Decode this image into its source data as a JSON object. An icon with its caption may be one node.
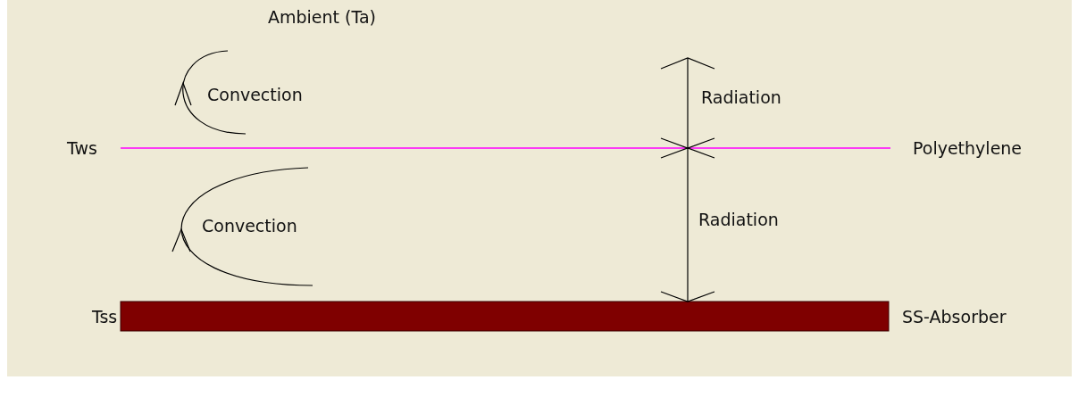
{
  "diagram": {
    "nodes": [
      {
        "text": [],
        "shape": "bar"
      }
    ],
    "labels": [
      "Ambient (Ta)",
      "Convection",
      "Radiation",
      "Tws",
      "Polyethylene",
      "Convection",
      "Radiation",
      "Tss",
      "SS-Absorber"
    ]
  }
}
